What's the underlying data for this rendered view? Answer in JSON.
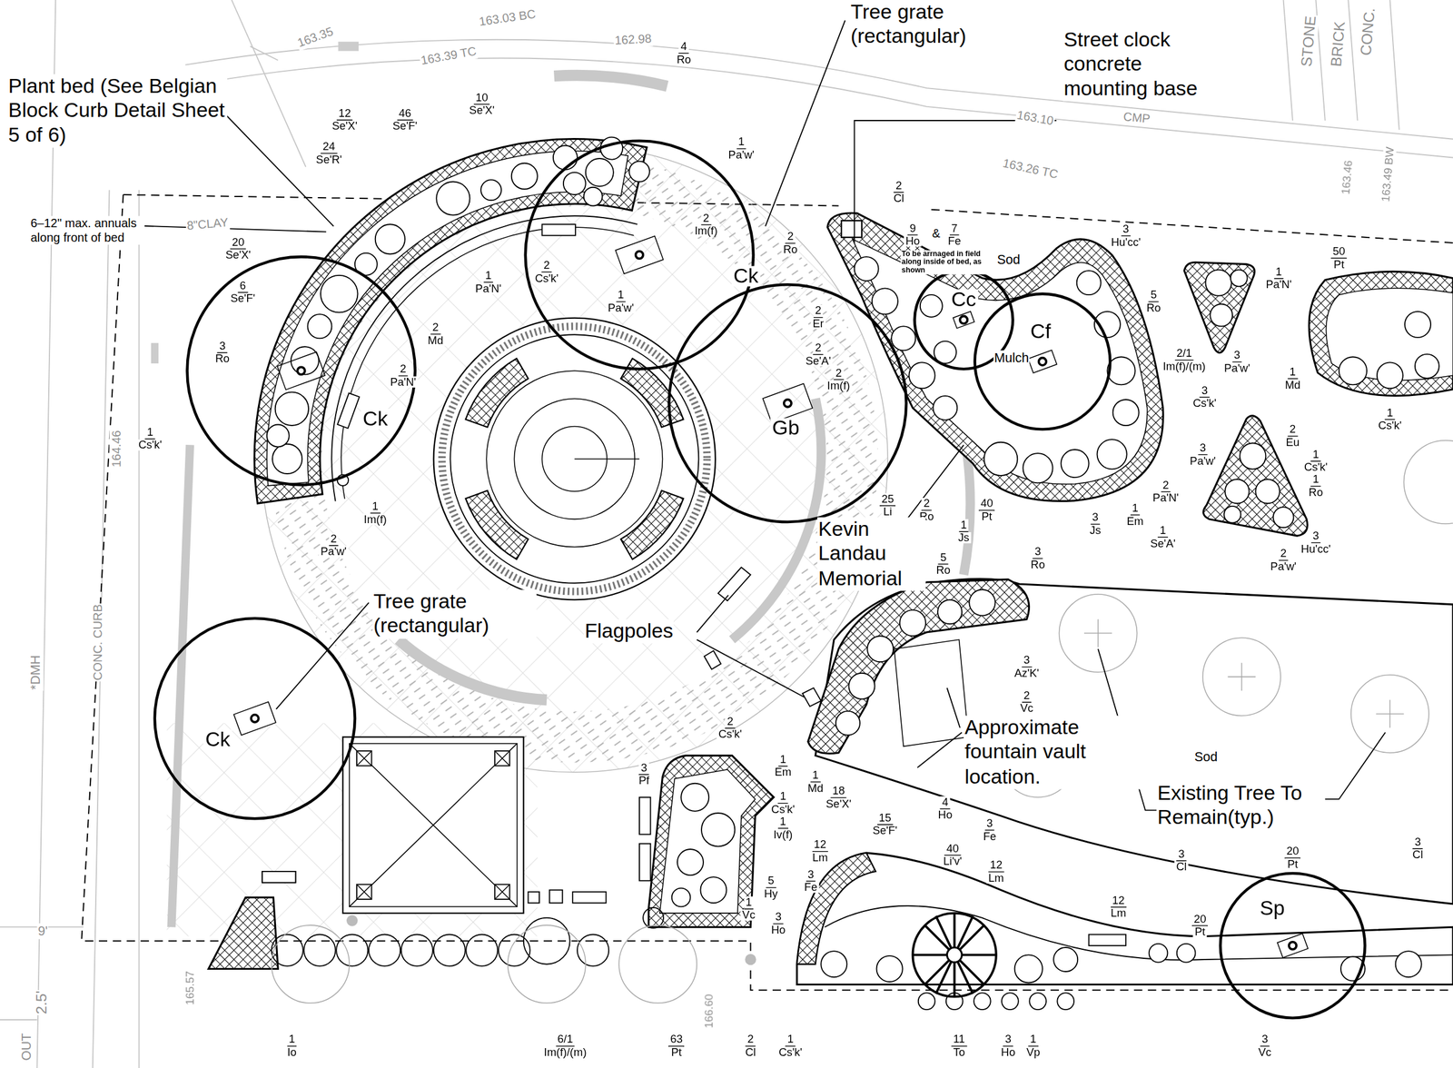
{
  "diagram": {
    "nodes": [
      {
        "text": [
          "Ck"
        ]
      },
      {
        "text": [
          "Cc"
        ]
      },
      {
        "text": [
          "Cf"
        ]
      },
      {
        "text": [
          "Ck"
        ]
      },
      {
        "text": [
          "Gb"
        ]
      },
      {
        "text": [
          "Ck"
        ]
      },
      {
        "text": [
          "Sp"
        ]
      }
    ],
    "labels": [
      "4",
      "Ro",
      "12",
      "Se'X'",
      "46",
      "Se'F'",
      "10",
      "Se'X'",
      "24",
      "Se'R'",
      "1",
      "Pa'w'",
      "2",
      "Cl",
      "20",
      "Se'X'",
      "2",
      "Im(f)",
      "2",
      "Ro",
      "9",
      "Ho",
      "7",
      "Fe",
      "3",
      "Hu'cc'",
      "50",
      "Pt",
      "1",
      "Pa'N'",
      "6",
      "Se'F'",
      "2",
      "Cs'k'",
      "1",
      "Pa'N'",
      "1",
      "Pa'w'",
      "2",
      "Md",
      "5",
      "Ro",
      "3",
      "Ro",
      "2",
      "Pa'N'",
      "2",
      "Er",
      "2",
      "Se'A'",
      "2",
      "Im(f)",
      "2/1",
      "Im(f)/(m)",
      "3",
      "Pa'w'",
      "1",
      "Md",
      "3",
      "Cs'k'",
      "1",
      "Cs'k'",
      "1",
      "Cs'k'",
      "2",
      "Eu",
      "1",
      "Cs'k'",
      "3",
      "Pa'w'",
      "1",
      "Ro",
      "2",
      "Pa'N'",
      "1",
      "Im(f)",
      "25",
      "Li",
      "2",
      "Ro",
      "40",
      "Pt",
      "1",
      "Js",
      "1",
      "Em",
      "3",
      "Js",
      "1",
      "Se'A'",
      "3",
      "Hu'cc'",
      "2",
      "Pa'w'",
      "3",
      "Ro",
      "5",
      "Ro",
      "2",
      "Pa'w'",
      "3",
      "Az'K'",
      "2",
      "Vc",
      "2",
      "Cs'k'",
      "3",
      "Pf",
      "1",
      "Em",
      "1",
      "Md",
      "18",
      "Se'X'",
      "1",
      "Cs'k'",
      "1",
      "Iv(f)",
      "4",
      "Ho",
      "15",
      "Se'F'",
      "3",
      "Fe",
      "12",
      "Lm",
      "40",
      "Li'v'",
      "12",
      "Lm",
      "3",
      "Fe",
      "5",
      "Hy",
      "1",
      "Vc",
      "3",
      "Ho",
      "3",
      "Cl",
      "20",
      "Pt",
      "3",
      "Cl",
      "12",
      "Lm",
      "20",
      "Pt",
      "2",
      "Cl",
      "1",
      "Io",
      "6/1",
      "Im(f)/(m)",
      "63",
      "Pt",
      "1",
      "Cs'k'",
      "11",
      "To",
      "3",
      "Ho",
      "1",
      "Vp",
      "3",
      "Vc",
      "Plant bed (See Belgian Block Curb Detail Sheet 5 of 6)",
      "6–12\" max. annuals along front of bed",
      "Tree grate (rectangular)",
      "Street clock concrete mounting base",
      "Tree grate (rectangular)",
      "Flagpoles",
      "Kevin Landau Memorial",
      "Approximate fountain vault location.",
      "Existing Tree To Remain(typ.)",
      "Sod",
      "Sod",
      "Mulch",
      "To be arrnaged in field along inside of bed, as shown",
      "&",
      "8\"CLAY",
      "163.35",
      "163.03 BC",
      "162.98",
      "163.39 TC",
      "163.10",
      "163.26 TC",
      "CMP",
      "STONE",
      "BRICK",
      "CONC.",
      "163.46",
      "163.49 BW",
      "164.46",
      "CONC. CURB",
      "*DMH",
      "9'",
      "2.5'",
      "OUT",
      "165.57",
      "166.60"
    ]
  }
}
